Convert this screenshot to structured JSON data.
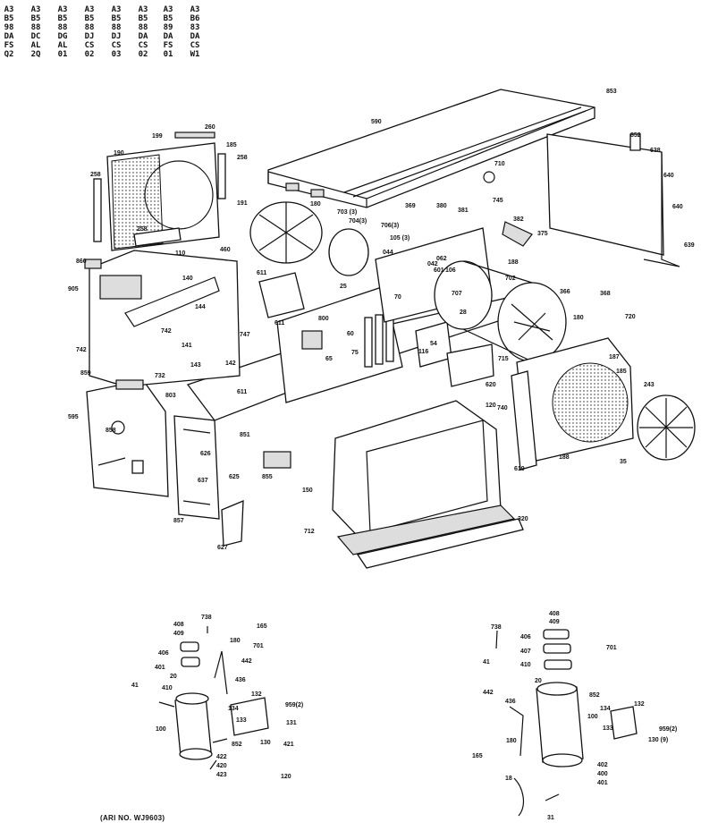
{
  "models": [
    "A3B598DAFSQ2",
    "A3B588DCAL2Q",
    "A3B588DGAL01",
    "A3B588DJCS02",
    "A3B588DJCS03",
    "A3B588DACS02",
    "A3B589DAFS01",
    "A3B683DACSW1"
  ],
  "part_labels": [
    {
      "id": "853",
      "text": "853"
    },
    {
      "id": "590",
      "text": "590"
    },
    {
      "id": "852",
      "text": "852"
    },
    {
      "id": "638",
      "text": "638"
    },
    {
      "id": "260",
      "text": "260"
    },
    {
      "id": "199",
      "text": "199"
    },
    {
      "id": "190",
      "text": "190"
    },
    {
      "id": "185a",
      "text": "185"
    },
    {
      "id": "258a",
      "text": "258"
    },
    {
      "id": "258b",
      "text": "258"
    },
    {
      "id": "258c",
      "text": "258"
    },
    {
      "id": "710",
      "text": "710"
    },
    {
      "id": "640a",
      "text": "640"
    },
    {
      "id": "640b",
      "text": "640"
    },
    {
      "id": "639",
      "text": "639"
    },
    {
      "id": "191",
      "text": "191"
    },
    {
      "id": "180a",
      "text": "180"
    },
    {
      "id": "703",
      "text": "703 (3)"
    },
    {
      "id": "704",
      "text": "704(3)"
    },
    {
      "id": "706",
      "text": "706(3)"
    },
    {
      "id": "105",
      "text": "105 (3)"
    },
    {
      "id": "369",
      "text": "369"
    },
    {
      "id": "380",
      "text": "380"
    },
    {
      "id": "381",
      "text": "381"
    },
    {
      "id": "745",
      "text": "745"
    },
    {
      "id": "382",
      "text": "382"
    },
    {
      "id": "375",
      "text": "375"
    },
    {
      "id": "860",
      "text": "860"
    },
    {
      "id": "110",
      "text": "110"
    },
    {
      "id": "460",
      "text": "460"
    },
    {
      "id": "044",
      "text": "044"
    },
    {
      "id": "062",
      "text": "062"
    },
    {
      "id": "042",
      "text": "042"
    },
    {
      "id": "601",
      "text": "601"
    },
    {
      "id": "106",
      "text": "106"
    },
    {
      "id": "188a",
      "text": "188"
    },
    {
      "id": "905",
      "text": "905"
    },
    {
      "id": "140",
      "text": "140"
    },
    {
      "id": "611a",
      "text": "611"
    },
    {
      "id": "25",
      "text": "25"
    },
    {
      "id": "707",
      "text": "707"
    },
    {
      "id": "702",
      "text": "702"
    },
    {
      "id": "366",
      "text": "366"
    },
    {
      "id": "368",
      "text": "368"
    },
    {
      "id": "720",
      "text": "720"
    },
    {
      "id": "144",
      "text": "144"
    },
    {
      "id": "611b",
      "text": "611"
    },
    {
      "id": "800",
      "text": "800"
    },
    {
      "id": "70",
      "text": "70"
    },
    {
      "id": "28",
      "text": "28"
    },
    {
      "id": "180b",
      "text": "180"
    },
    {
      "id": "742a",
      "text": "742"
    },
    {
      "id": "141",
      "text": "141"
    },
    {
      "id": "747",
      "text": "747"
    },
    {
      "id": "60",
      "text": "60"
    },
    {
      "id": "54",
      "text": "54"
    },
    {
      "id": "742b",
      "text": "742"
    },
    {
      "id": "75",
      "text": "75"
    },
    {
      "id": "116",
      "text": "116"
    },
    {
      "id": "715",
      "text": "715"
    },
    {
      "id": "187",
      "text": "187"
    },
    {
      "id": "143",
      "text": "143"
    },
    {
      "id": "142",
      "text": "142"
    },
    {
      "id": "65",
      "text": "65"
    },
    {
      "id": "185b",
      "text": "185"
    },
    {
      "id": "859",
      "text": "859"
    },
    {
      "id": "732",
      "text": "732"
    },
    {
      "id": "611c",
      "text": "611"
    },
    {
      "id": "620",
      "text": "620"
    },
    {
      "id": "243",
      "text": "243"
    },
    {
      "id": "803",
      "text": "803"
    },
    {
      "id": "595",
      "text": "595"
    },
    {
      "id": "858",
      "text": "858"
    },
    {
      "id": "851",
      "text": "851"
    },
    {
      "id": "120",
      "text": "120"
    },
    {
      "id": "740",
      "text": "740"
    },
    {
      "id": "626",
      "text": "626"
    },
    {
      "id": "619",
      "text": "619"
    },
    {
      "id": "188b",
      "text": "188"
    },
    {
      "id": "35",
      "text": "35"
    },
    {
      "id": "855",
      "text": "855"
    },
    {
      "id": "625",
      "text": "625"
    },
    {
      "id": "637",
      "text": "637"
    },
    {
      "id": "150",
      "text": "150"
    },
    {
      "id": "857",
      "text": "857"
    },
    {
      "id": "320",
      "text": "320"
    },
    {
      "id": "627",
      "text": "627"
    },
    {
      "id": "712",
      "text": "712"
    }
  ],
  "compressor_left_labels": [
    {
      "id": "738",
      "text": "738"
    },
    {
      "id": "408",
      "text": "408"
    },
    {
      "id": "409",
      "text": "409"
    },
    {
      "id": "165",
      "text": "165"
    },
    {
      "id": "406",
      "text": "406"
    },
    {
      "id": "180",
      "text": "180"
    },
    {
      "id": "401",
      "text": "401"
    },
    {
      "id": "20",
      "text": "20"
    },
    {
      "id": "442",
      "text": "442"
    },
    {
      "id": "701",
      "text": "701"
    },
    {
      "id": "436",
      "text": "436"
    },
    {
      "id": "410",
      "text": "410"
    },
    {
      "id": "41",
      "text": "41"
    },
    {
      "id": "132",
      "text": "132"
    },
    {
      "id": "959",
      "text": "959(2)"
    },
    {
      "id": "100",
      "text": "100"
    },
    {
      "id": "134",
      "text": "134"
    },
    {
      "id": "133",
      "text": "133"
    },
    {
      "id": "131",
      "text": "131"
    },
    {
      "id": "852",
      "text": "852"
    },
    {
      "id": "130",
      "text": "130"
    },
    {
      "id": "421",
      "text": "421"
    },
    {
      "id": "422",
      "text": "422"
    },
    {
      "id": "420",
      "text": "420"
    },
    {
      "id": "423",
      "text": "423"
    },
    {
      "id": "120",
      "text": "120"
    }
  ],
  "compressor_right_labels": [
    {
      "id": "408",
      "text": "408"
    },
    {
      "id": "409",
      "text": "409"
    },
    {
      "id": "738",
      "text": "738"
    },
    {
      "id": "406",
      "text": "406"
    },
    {
      "id": "407",
      "text": "407"
    },
    {
      "id": "410",
      "text": "410"
    },
    {
      "id": "701",
      "text": "701"
    },
    {
      "id": "41",
      "text": "41"
    },
    {
      "id": "442",
      "text": "442"
    },
    {
      "id": "20",
      "text": "20"
    },
    {
      "id": "852",
      "text": "852"
    },
    {
      "id": "436",
      "text": "436"
    },
    {
      "id": "132",
      "text": "132"
    },
    {
      "id": "100",
      "text": "100"
    },
    {
      "id": "134",
      "text": "134"
    },
    {
      "id": "959",
      "text": "959(2)"
    },
    {
      "id": "180",
      "text": "180"
    },
    {
      "id": "133",
      "text": "133"
    },
    {
      "id": "130",
      "text": "130 (9)"
    },
    {
      "id": "165",
      "text": "165"
    },
    {
      "id": "402",
      "text": "402"
    },
    {
      "id": "400",
      "text": "400"
    },
    {
      "id": "401",
      "text": "401"
    },
    {
      "id": "18",
      "text": "18"
    },
    {
      "id": "31",
      "text": "31"
    }
  ],
  "art_number": "(ARI NO. WJ9603)"
}
